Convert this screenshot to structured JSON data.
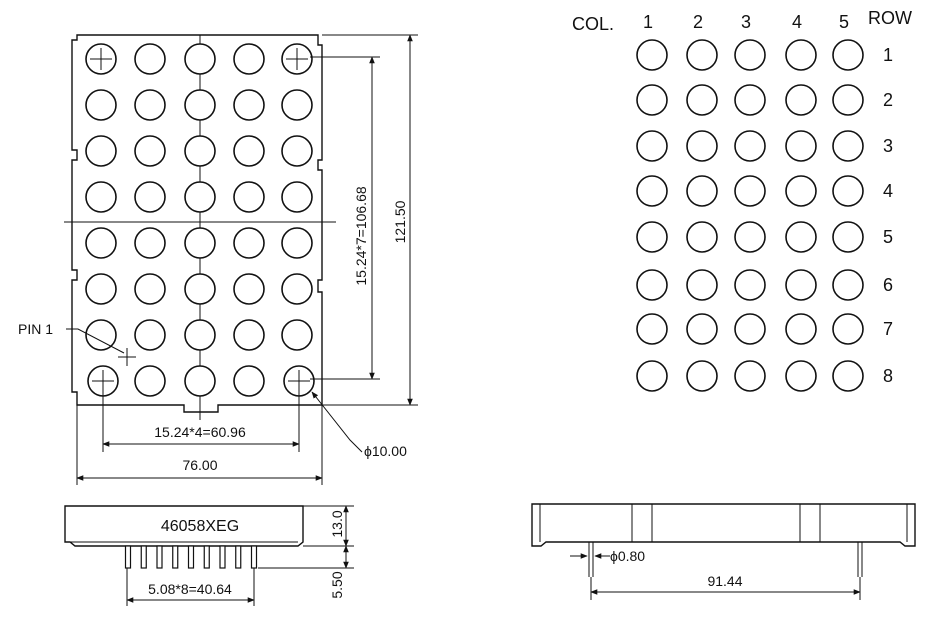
{
  "front_view": {
    "pin1_label": "PIN 1",
    "dim_vertical_pitch": "15.24*7=106.68",
    "dim_height": "121.50",
    "dim_horizontal_pitch": "15.24*4=60.96",
    "dim_width": "76.00",
    "dim_dot_diameter": "ϕ10.00",
    "columns": 5,
    "rows": 8
  },
  "matrix": {
    "col_label": "COL.",
    "row_label": "ROW",
    "col_numbers": [
      "1",
      "2",
      "3",
      "4",
      "5"
    ],
    "row_numbers": [
      "1",
      "2",
      "3",
      "4",
      "5",
      "6",
      "7",
      "8"
    ]
  },
  "side_view_left": {
    "part_number": "46058XEG",
    "dim_thickness": "13.0",
    "dim_pin_length": "5.50",
    "dim_pin_pitch": "5.08*8=40.64"
  },
  "side_view_right": {
    "dim_pin_diameter": "ϕ0.80",
    "dim_pin_span": "91.44"
  }
}
